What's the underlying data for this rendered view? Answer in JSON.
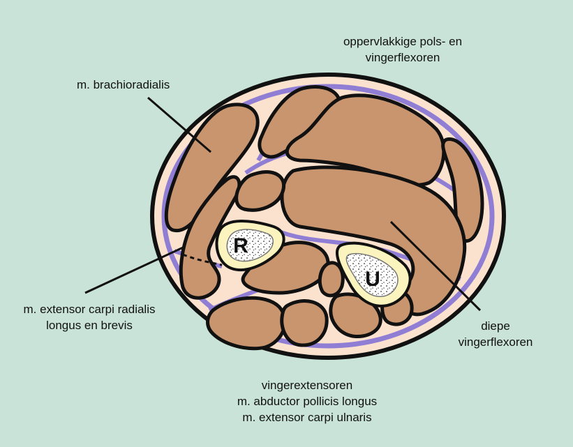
{
  "labels": {
    "superficial_flexors": [
      "oppervlakkige pols- en",
      "vingerflexoren"
    ],
    "brachioradialis": "m. brachioradialis",
    "ecr": [
      "m. extensor carpi radialis",
      "longus en brevis"
    ],
    "deep_flexors": [
      "diepe",
      "vingerflexoren"
    ],
    "extensors": [
      "vingerextensoren",
      "m. abductor pollicis longus",
      "m. extensor carpi ulnaris"
    ]
  },
  "bones": {
    "radius": "R",
    "ulna": "U"
  },
  "colors": {
    "background": "#c9e3d8",
    "skin": "#fbe2cf",
    "fascia": "#8f7ed3",
    "muscle": "#c9956e",
    "bone_cortex": "#fbf4be",
    "marrow": "#ffffff",
    "outline": "#111111"
  }
}
